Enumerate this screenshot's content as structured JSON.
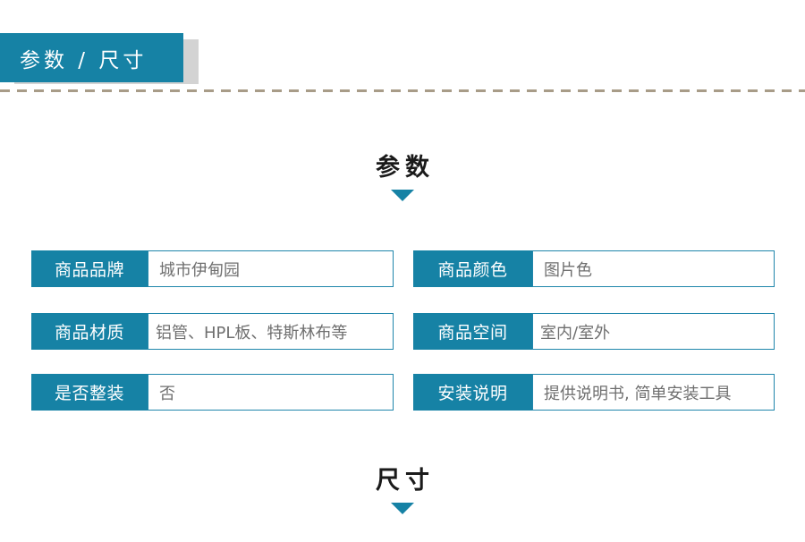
{
  "header": {
    "tab_label": "参数 / 尺寸",
    "tab_color": "#1682a5",
    "shadow_color": "#d3d3d3",
    "divider_color": "#a89c88"
  },
  "sections": {
    "params_title": "参数",
    "size_title": "尺寸",
    "caret_color": "#1682a5"
  },
  "specs": {
    "left": [
      {
        "label": "商品品牌",
        "value": "城市伊甸园"
      },
      {
        "label": "商品材质",
        "value": "铝管、HPL板、特斯林布等"
      },
      {
        "label": "是否整装",
        "value": "否"
      }
    ],
    "right": [
      {
        "label": "商品颜色",
        "value": "图片色"
      },
      {
        "label": "商品空间",
        "value": "室内/室外"
      },
      {
        "label": "安装说明",
        "value": "提供说明书, 简单安装工具"
      }
    ]
  }
}
